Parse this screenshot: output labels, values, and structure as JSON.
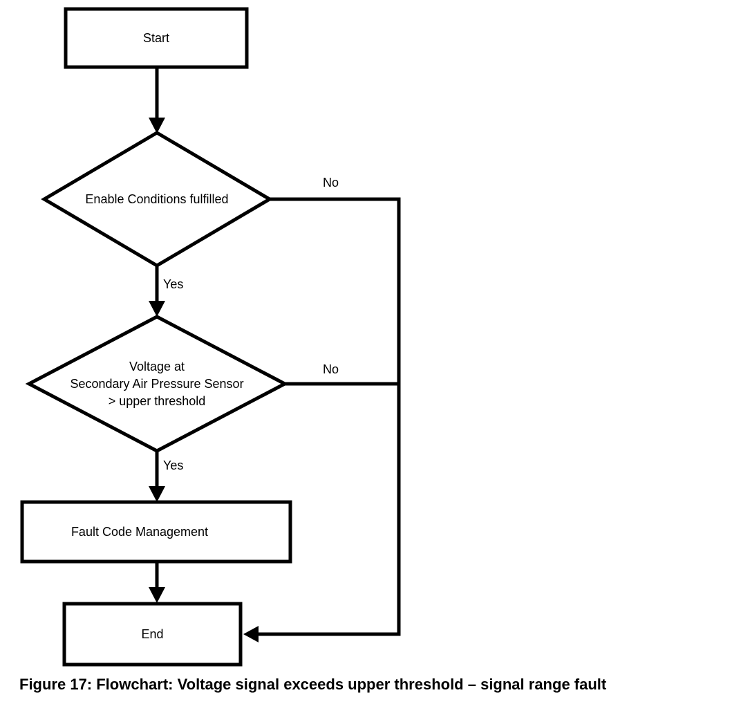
{
  "page": {
    "background": "#ffffff"
  },
  "figure": {
    "caption": "Figure 17: Flowchart: Voltage signal exceeds upper threshold – signal range fault"
  },
  "flowchart": {
    "colors": {
      "line": "#000000",
      "node_fill": "#ffffff",
      "text": "#000000"
    },
    "nodes": {
      "start": {
        "type": "box",
        "label": "Start"
      },
      "decision1": {
        "type": "decision",
        "label": "Enable Conditions fulfilled"
      },
      "decision2": {
        "type": "decision",
        "label": "Voltage at\nSecondary Air Pressure Sensor\n> upper threshold"
      },
      "fault_code_management": {
        "type": "box",
        "label": "Fault Code Management"
      },
      "end": {
        "type": "box",
        "label": "End"
      }
    },
    "edges": [
      {
        "from": "start",
        "to": "decision1",
        "label": ""
      },
      {
        "from": "decision1",
        "to": "decision2",
        "label": "Yes"
      },
      {
        "from": "decision1",
        "to": "end",
        "label": "No"
      },
      {
        "from": "decision2",
        "to": "fault_code_management",
        "label": "Yes"
      },
      {
        "from": "decision2",
        "to": "end",
        "label": "No"
      },
      {
        "from": "fault_code_management",
        "to": "end",
        "label": ""
      }
    ]
  }
}
